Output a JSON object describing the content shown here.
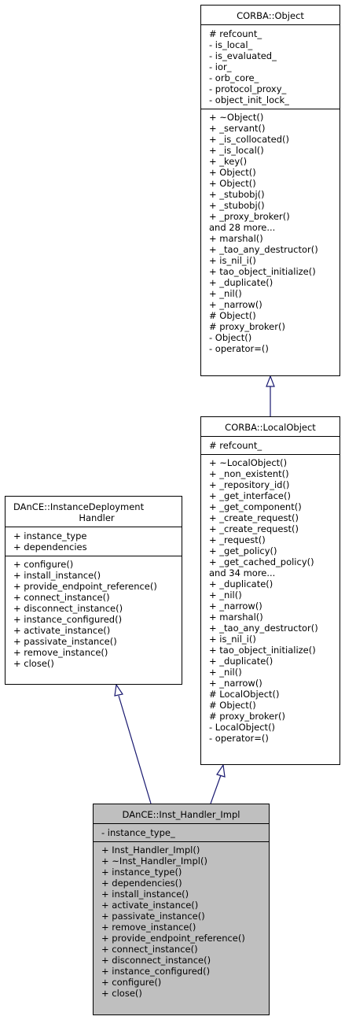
{
  "classes": {
    "corba_object": {
      "title": "CORBA::Object",
      "attributes": [
        "# refcount_",
        "- is_local_",
        "- is_evaluated_",
        "- ior_",
        "- orb_core_",
        "- protocol_proxy_",
        "- object_init_lock_"
      ],
      "operations": [
        "+ ~Object()",
        "+ _servant()",
        "+ _is_collocated()",
        "+ _is_local()",
        "+ _key()",
        "+ Object()",
        "+ Object()",
        "+ _stubobj()",
        "+ _stubobj()",
        "+ _proxy_broker()",
        "and 28 more...",
        "+ marshal()",
        "+ _tao_any_destructor()",
        "+ is_nil_i()",
        "+ tao_object_initialize()",
        "+ _duplicate()",
        "+ _nil()",
        "+ _narrow()",
        "# Object()",
        "# proxy_broker()",
        "- Object()",
        "- operator=()"
      ]
    },
    "corba_localobject": {
      "title": "CORBA::LocalObject",
      "attributes": [
        "# refcount_"
      ],
      "operations": [
        "+ ~LocalObject()",
        "+ _non_existent()",
        "+ _repository_id()",
        "+ _get_interface()",
        "+ _get_component()",
        "+ _create_request()",
        "+ _create_request()",
        "+ _request()",
        "+ _get_policy()",
        "+ _get_cached_policy()",
        "and 34 more...",
        "+ _duplicate()",
        "+ _nil()",
        "+ _narrow()",
        "+ marshal()",
        "+ _tao_any_destructor()",
        "+ is_nil_i()",
        "+ tao_object_initialize()",
        "+ _duplicate()",
        "+ _nil()",
        "+ _narrow()",
        "# LocalObject()",
        "# Object()",
        "# proxy_broker()",
        "- LocalObject()",
        "- operator=()"
      ]
    },
    "dance_handler": {
      "title_line1": "DAnCE::InstanceDeployment",
      "title_line2": "Handler",
      "attributes": [
        "+ instance_type",
        "+ dependencies"
      ],
      "operations": [
        "+ configure()",
        "+ install_instance()",
        "+ provide_endpoint_reference()",
        "+ connect_instance()",
        "+ disconnect_instance()",
        "+ instance_configured()",
        "+ activate_instance()",
        "+ passivate_instance()",
        "+ remove_instance()",
        "+ close()"
      ]
    },
    "inst_handler_impl": {
      "title": "DAnCE::Inst_Handler_Impl",
      "attributes": [
        "- instance_type_"
      ],
      "operations": [
        "+ Inst_Handler_Impl()",
        "+ ~Inst_Handler_Impl()",
        "+ instance_type()",
        "+ dependencies()",
        "+ install_instance()",
        "+ activate_instance()",
        "+ passivate_instance()",
        "+ remove_instance()",
        "+ provide_endpoint_reference()",
        "+ connect_instance()",
        "+ disconnect_instance()",
        "+ instance_configured()",
        "+ configure()",
        "+ close()"
      ]
    }
  },
  "colors": {
    "edge": "#191970",
    "focus_fill": "#bfbfbf",
    "border": "#000000"
  }
}
